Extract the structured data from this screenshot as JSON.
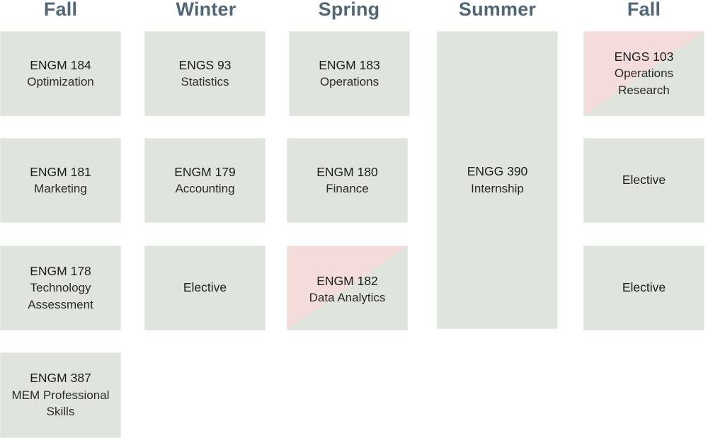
{
  "terms": [
    "Fall",
    "Winter",
    "Spring",
    "Summer",
    "Fall"
  ],
  "courses": [
    {
      "code": "ENGM 184",
      "name": "Optimization"
    },
    {
      "code": "ENGM 181",
      "name": "Marketing"
    },
    {
      "code": "ENGM 178",
      "name": "Technology Assessment"
    },
    {
      "code": "ENGM 387",
      "name": "MEM Professional Skills"
    },
    {
      "code": "ENGS 93",
      "name": "Statistics"
    },
    {
      "code": "ENGM 179",
      "name": "Accounting"
    },
    {
      "code": "Elective",
      "name": ""
    },
    {
      "code": "ENGM 183",
      "name": "Operations"
    },
    {
      "code": "ENGM 180",
      "name": "Finance"
    },
    {
      "code": "ENGM 182",
      "name": "Data Analytics"
    },
    {
      "code": "ENGG 390",
      "name": "Internship"
    },
    {
      "code": "ENGS 103",
      "name": "Operations Research"
    },
    {
      "code": "Elective",
      "name": ""
    },
    {
      "code": "Elective",
      "name": ""
    }
  ]
}
